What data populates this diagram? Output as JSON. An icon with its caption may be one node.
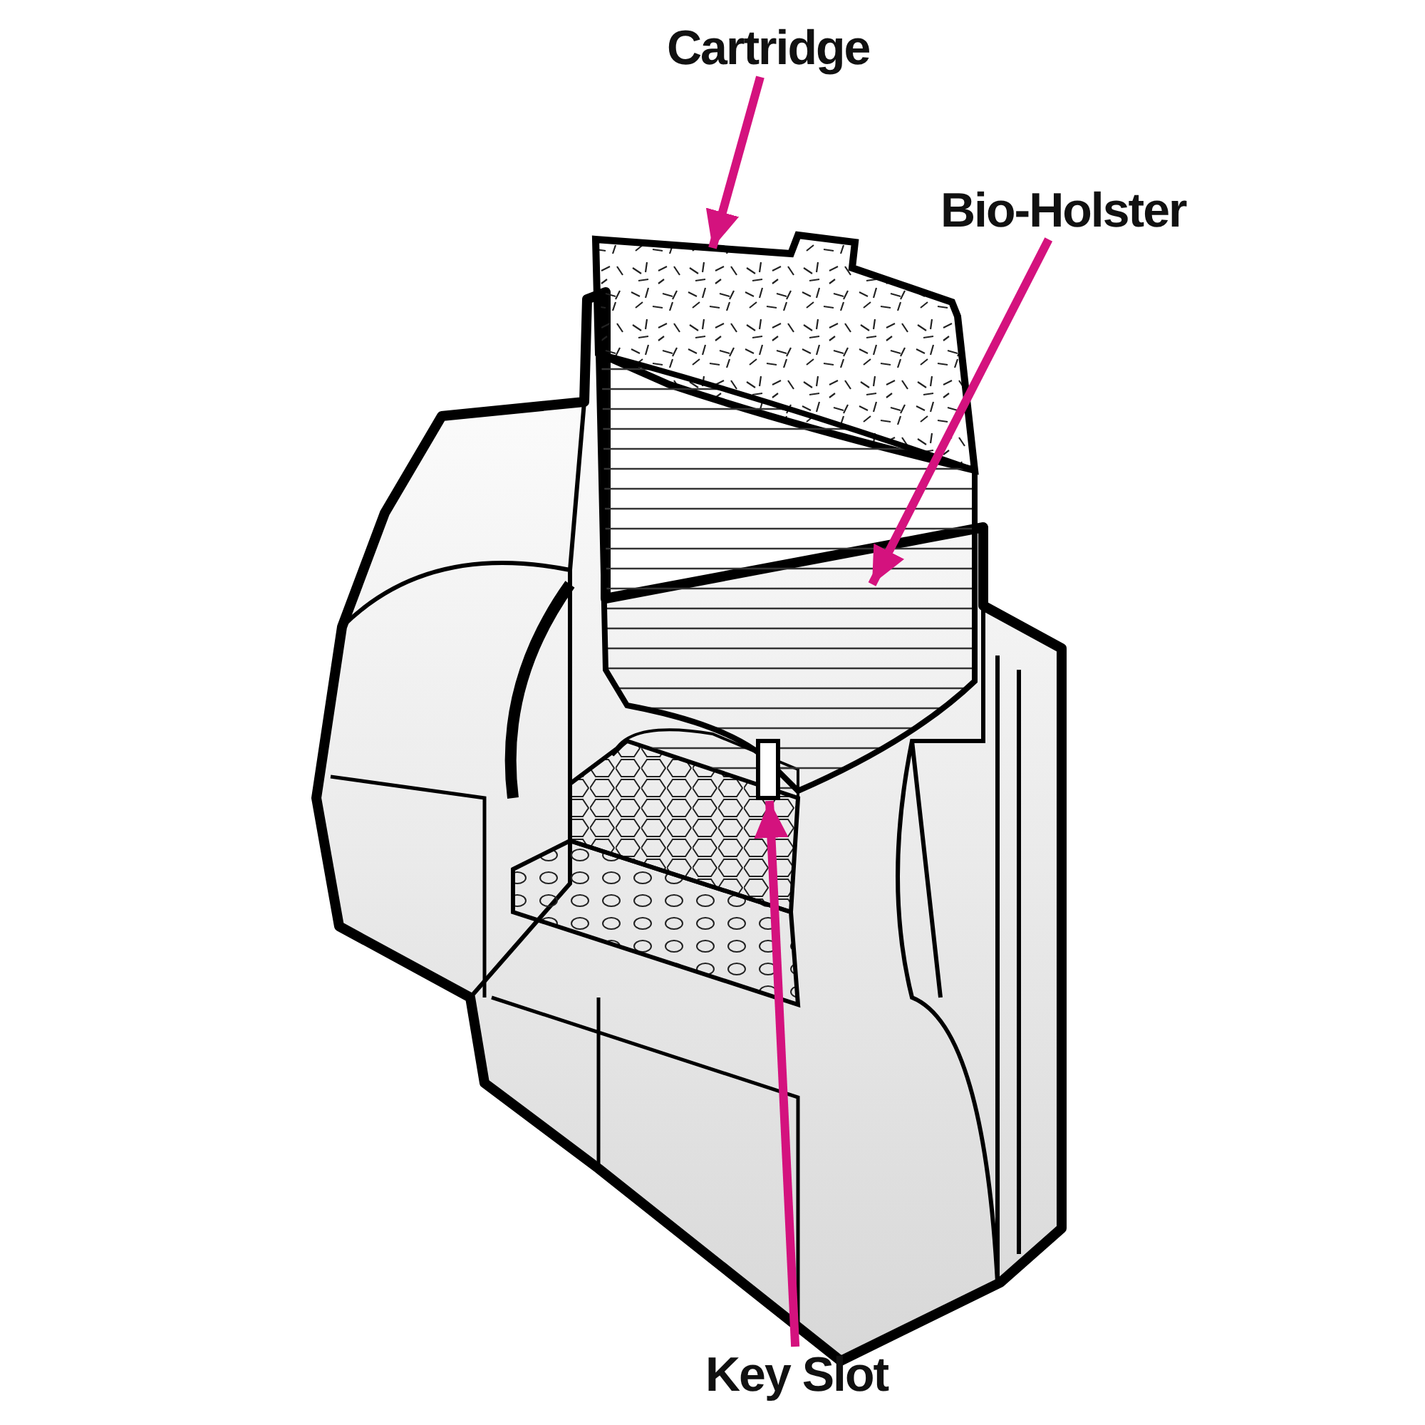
{
  "diagram": {
    "nodes": [
      {
        "text": [
          "Cartridge"
        ]
      },
      {
        "text": [
          "Bio-Holster"
        ]
      },
      {
        "text": [
          "Key Slot"
        ]
      },
      {
        "text": [],
        "shape": "picture"
      },
      {
        "text": [],
        "shape": "picture"
      },
      {
        "text": [],
        "shape": "box"
      }
    ],
    "edges": [
      {
        "from": 0,
        "to": 3,
        "arrow": "to"
      },
      {
        "from": 1,
        "to": 4,
        "arrow": "to"
      },
      {
        "from": 2,
        "to": 5,
        "arrow": "to"
      }
    ]
  }
}
